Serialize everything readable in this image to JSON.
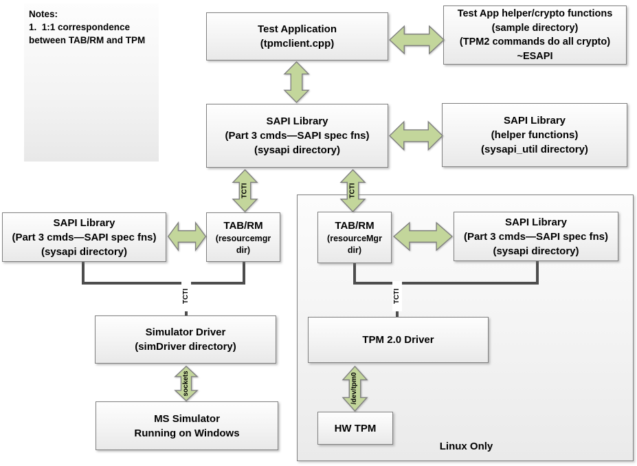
{
  "colors": {
    "arrow_fill": "#c3d69b",
    "arrow_stroke": "#7f7f7f",
    "connector": "#4d4d4d",
    "box_border": "#7f7f7f"
  },
  "notes": {
    "lines": [
      "Notes:",
      "1.  1:1 correspondence",
      "between TAB/RM and TPM"
    ]
  },
  "boxes": {
    "test_application": {
      "lines": [
        "Test Application",
        "(tpmclient.cpp)"
      ]
    },
    "test_app_helper": {
      "lines": [
        "Test App helper/crypto functions",
        "(sample directory)",
        "(TPM2 commands do all crypto)",
        "~ESAPI"
      ]
    },
    "sapi_center": {
      "lines": [
        "SAPI Library",
        "(Part 3 cmds—SAPI spec fns)",
        "(sysapi directory)"
      ]
    },
    "sapi_helper": {
      "lines": [
        "SAPI Library",
        "(helper functions)",
        "(sysapi_util directory)"
      ]
    },
    "sapi_left": {
      "lines": [
        "SAPI Library",
        "(Part 3 cmds—SAPI spec fns)",
        "(sysapi directory)"
      ]
    },
    "tabrm_left": {
      "lines": [
        "TAB/RM",
        "(resourcemgr",
        "dir)"
      ]
    },
    "tabrm_right": {
      "lines": [
        "TAB/RM",
        "(resourceMgr",
        "dir)"
      ]
    },
    "sapi_right": {
      "lines": [
        "SAPI Library",
        "(Part 3 cmds—SAPI spec fns)",
        "(sysapi directory)"
      ]
    },
    "simulator_driver": {
      "lines": [
        "Simulator Driver",
        "(simDriver directory)"
      ]
    },
    "ms_simulator": {
      "lines": [
        "MS Simulator",
        "Running on Windows"
      ]
    },
    "tpm_driver": {
      "lines": [
        "TPM 2.0 Driver"
      ]
    },
    "hw_tpm": {
      "lines": [
        "HW TPM"
      ]
    }
  },
  "labels": {
    "tcti": "TCTI",
    "sockets": "sockets",
    "dev_tpm0": "/dev/tpm0",
    "linux_only": "Linux Only"
  }
}
